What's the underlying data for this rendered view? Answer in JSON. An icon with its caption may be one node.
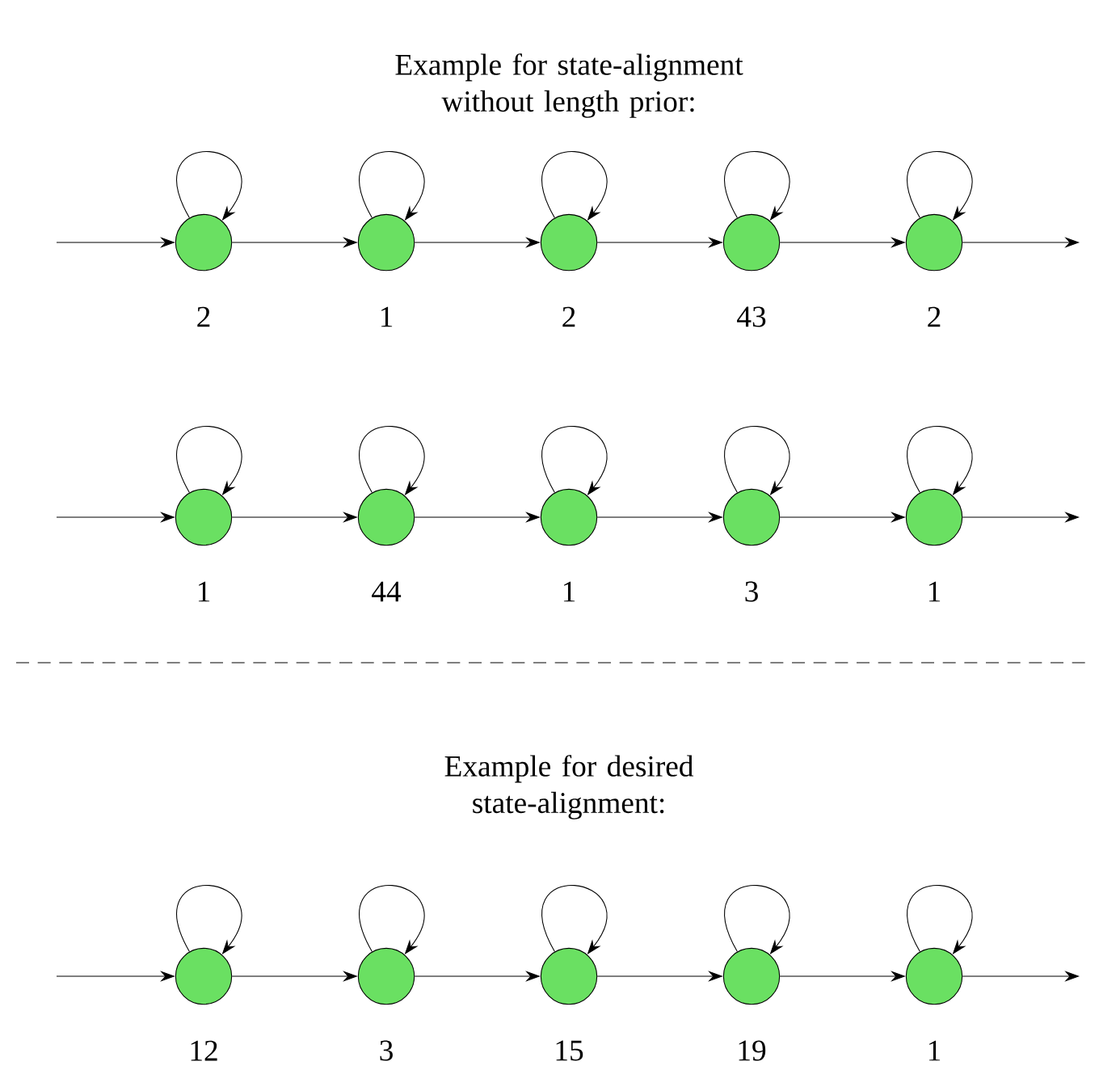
{
  "diagram": {
    "nodes": [
      {
        "text": [],
        "shape": "circle",
        "beside": [
          "2"
        ]
      },
      {
        "text": [],
        "shape": "circle",
        "beside": [
          "1"
        ]
      },
      {
        "text": [],
        "shape": "circle",
        "beside": [
          "2"
        ]
      },
      {
        "text": [],
        "shape": "circle",
        "beside": [
          "43"
        ]
      },
      {
        "text": [],
        "shape": "circle",
        "beside": [
          "2"
        ]
      },
      {
        "text": [],
        "shape": "circle",
        "beside": [
          "1"
        ]
      },
      {
        "text": [],
        "shape": "circle",
        "beside": [
          "44"
        ]
      },
      {
        "text": [],
        "shape": "circle",
        "beside": [
          "1"
        ]
      },
      {
        "text": [],
        "shape": "circle",
        "beside": [
          "3"
        ]
      },
      {
        "text": [],
        "shape": "circle",
        "beside": [
          "1"
        ]
      },
      {
        "text": [],
        "shape": "circle",
        "beside": [
          "12"
        ]
      },
      {
        "text": [],
        "shape": "circle",
        "beside": [
          "3"
        ]
      },
      {
        "text": [],
        "shape": "circle",
        "beside": [
          "15"
        ]
      },
      {
        "text": [],
        "shape": "circle",
        "beside": [
          "19"
        ]
      },
      {
        "text": [],
        "shape": "circle",
        "beside": [
          "1"
        ]
      }
    ],
    "edges": [
      {
        "from": null,
        "to": 0,
        "arrow": "to"
      },
      {
        "from": 0,
        "to": 0,
        "arrow": "to"
      },
      {
        "from": 0,
        "to": 1,
        "arrow": "to"
      },
      {
        "from": 1,
        "to": 1,
        "arrow": "to"
      },
      {
        "from": 1,
        "to": 2,
        "arrow": "to"
      },
      {
        "from": 2,
        "to": 2,
        "arrow": "to"
      },
      {
        "from": 2,
        "to": 3,
        "arrow": "to"
      },
      {
        "from": 3,
        "to": 3,
        "arrow": "to"
      },
      {
        "from": 3,
        "to": 4,
        "arrow": "to"
      },
      {
        "from": 4,
        "to": 4,
        "arrow": "to"
      },
      {
        "from": 4,
        "to": null,
        "arrow": "to"
      },
      {
        "from": null,
        "to": 5,
        "arrow": "to"
      },
      {
        "from": 5,
        "to": 5,
        "arrow": "to"
      },
      {
        "from": 5,
        "to": 6,
        "arrow": "to"
      },
      {
        "from": 6,
        "to": 6,
        "arrow": "to"
      },
      {
        "from": 6,
        "to": 7,
        "arrow": "to"
      },
      {
        "from": 7,
        "to": 7,
        "arrow": "to"
      },
      {
        "from": 7,
        "to": 8,
        "arrow": "to"
      },
      {
        "from": 8,
        "to": 8,
        "arrow": "to"
      },
      {
        "from": 8,
        "to": 9,
        "arrow": "to"
      },
      {
        "from": 9,
        "to": 9,
        "arrow": "to"
      },
      {
        "from": 9,
        "to": null,
        "arrow": "to"
      },
      {
        "from": null,
        "to": 10,
        "arrow": "to"
      },
      {
        "from": 10,
        "to": 10,
        "arrow": "to"
      },
      {
        "from": 10,
        "to": 11,
        "arrow": "to"
      },
      {
        "from": 11,
        "to": 11,
        "arrow": "to"
      },
      {
        "from": 11,
        "to": 12,
        "arrow": "to"
      },
      {
        "from": 12,
        "to": 12,
        "arrow": "to"
      },
      {
        "from": 12,
        "to": 13,
        "arrow": "to"
      },
      {
        "from": 13,
        "to": 13,
        "arrow": "to"
      },
      {
        "from": 13,
        "to": 14,
        "arrow": "to"
      },
      {
        "from": 14,
        "to": 14,
        "arrow": "to"
      },
      {
        "from": 14,
        "to": null,
        "arrow": "to"
      }
    ],
    "labels": [
      "Example for state-alignment without length prior:",
      "Example for desired state-alignment:"
    ]
  }
}
